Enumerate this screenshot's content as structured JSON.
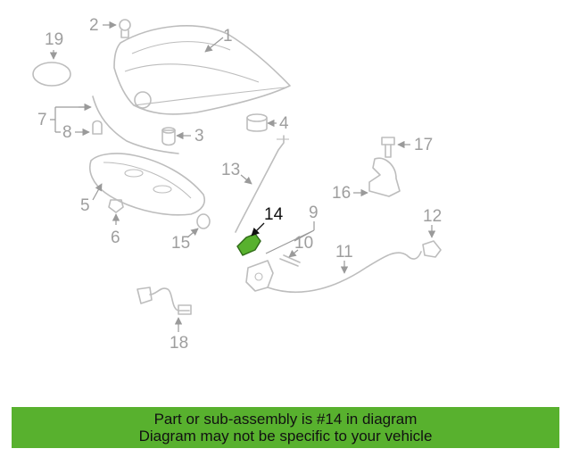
{
  "diagram": {
    "highlighted_part": "14",
    "callouts": [
      "1",
      "2",
      "3",
      "4",
      "5",
      "6",
      "7",
      "8",
      "9",
      "10",
      "11",
      "12",
      "13",
      "14",
      "15",
      "16",
      "17",
      "18",
      "19"
    ],
    "highlight_color": "#58b12e",
    "part_line_color": "#bdbdbd"
  },
  "banner": {
    "line1": "Part or sub-assembly is #14 in diagram",
    "line2": "Diagram may not be specific to your vehicle",
    "background": "#58b12e"
  }
}
